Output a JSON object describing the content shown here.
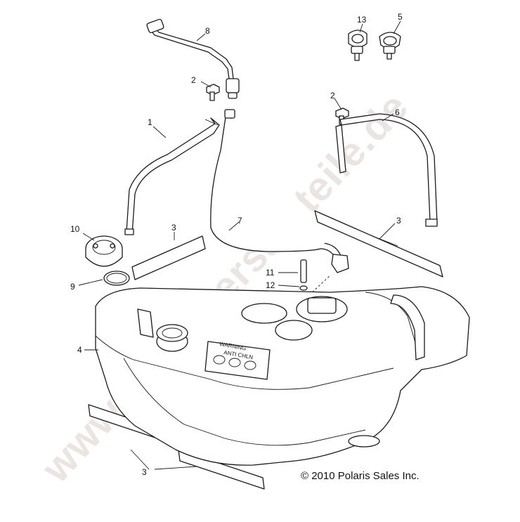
{
  "watermark": "www.polarisersatzteile.de",
  "copyright": "© 2010 Polaris Sales Inc.",
  "decal_lines": [
    "WARNING",
    "ANTI CHLN"
  ],
  "callouts": {
    "strap_left": "1",
    "bolt_left": "2",
    "bolt_right": "2",
    "pad_middle": "3",
    "pad_right": "3",
    "pad_bottom": "3",
    "tank": "4",
    "clamp_5": "5",
    "strap_right": "6",
    "vent_hose": "7",
    "filler_hose": "8",
    "oring": "9",
    "cap": "10",
    "tube_11": "11",
    "grommet_12": "12",
    "clip_13": "13"
  }
}
